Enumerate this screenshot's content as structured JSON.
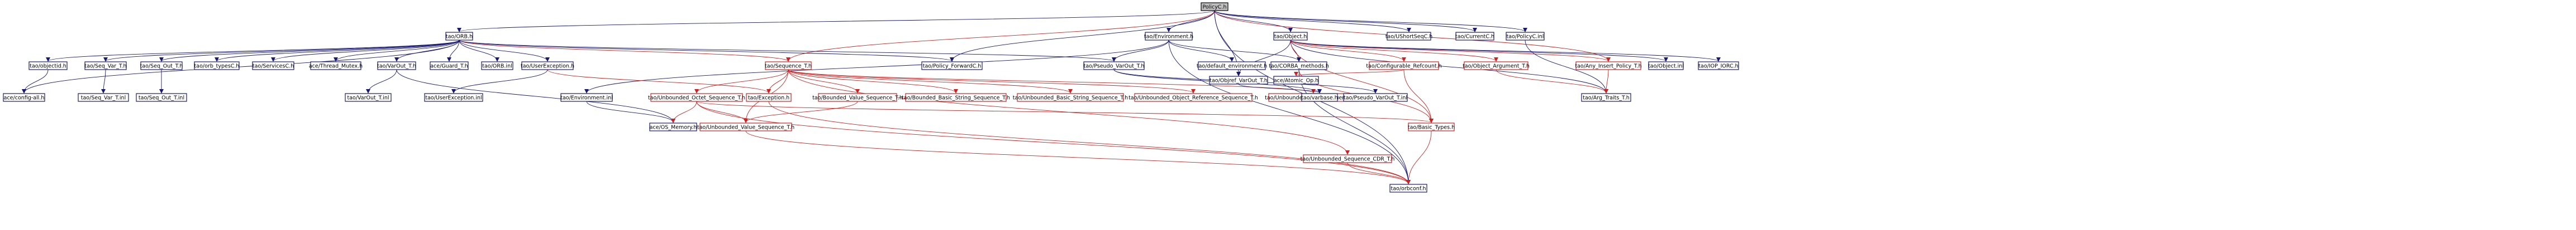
{
  "diagram": {
    "nodes": [
      {
        "id": "policyc_h",
        "label": "PolicyC.h",
        "style": "root"
      },
      {
        "id": "orb_h",
        "label": "tao/ORB.h",
        "style": "normal"
      },
      {
        "id": "environment_h",
        "label": "tao/Environment.h",
        "style": "normal"
      },
      {
        "id": "object_h",
        "label": "tao/Object.h",
        "style": "normal"
      },
      {
        "id": "ushortseqc_h",
        "label": "tao/UShortSeqC.h",
        "style": "normal"
      },
      {
        "id": "currentc_h",
        "label": "tao/CurrentC.h",
        "style": "normal"
      },
      {
        "id": "policyc_inl",
        "label": "tao/PolicyC.inl",
        "style": "normal"
      },
      {
        "id": "objectid_h",
        "label": "tao/objectid.h",
        "style": "normal"
      },
      {
        "id": "seq_var_t_h",
        "label": "tao/Seq_Var_T.h",
        "style": "normal"
      },
      {
        "id": "seq_out_t_h",
        "label": "tao/Seq_Out_T.h",
        "style": "normal"
      },
      {
        "id": "orb_typesc_h",
        "label": "tao/orb_typesC.h",
        "style": "normal"
      },
      {
        "id": "servicesc_h",
        "label": "tao/ServicesC.h",
        "style": "normal"
      },
      {
        "id": "thread_mutex_h",
        "label": "ace/Thread_Mutex.h",
        "style": "normal"
      },
      {
        "id": "varout_t_h",
        "label": "tao/VarOut_T.h",
        "style": "normal"
      },
      {
        "id": "guard_t_h",
        "label": "ace/Guard_T.h",
        "style": "normal"
      },
      {
        "id": "orb_inl",
        "label": "tao/ORB.inl",
        "style": "normal"
      },
      {
        "id": "userexception_h",
        "label": "tao/UserException.h",
        "style": "normal"
      },
      {
        "id": "sequence_t_h",
        "label": "tao/Sequence_T.h",
        "style": "highlight"
      },
      {
        "id": "policy_forwardc_h",
        "label": "tao/Policy_ForwardC.h",
        "style": "normal"
      },
      {
        "id": "pseudo_varout_t_h",
        "label": "tao/Pseudo_VarOut_T.h",
        "style": "normal"
      },
      {
        "id": "default_environment_h",
        "label": "tao/default_environment.h",
        "style": "normal"
      },
      {
        "id": "corba_methods_h",
        "label": "tao/CORBA_methods.h",
        "style": "normal"
      },
      {
        "id": "configurable_refcount_h",
        "label": "tao/Configurable_Refcount.h",
        "style": "highlight"
      },
      {
        "id": "object_argument_t_h",
        "label": "tao/Object_Argument_T.h",
        "style": "highlight"
      },
      {
        "id": "any_insert_policy_t_h",
        "label": "tao/Any_Insert_Policy_T.h",
        "style": "highlight"
      },
      {
        "id": "object_inl",
        "label": "tao/Object.inl",
        "style": "normal"
      },
      {
        "id": "iop_iorc_h",
        "label": "tao/IOP_IORC.h",
        "style": "normal"
      },
      {
        "id": "config_all_h",
        "label": "ace/config-all.h",
        "style": "normal"
      },
      {
        "id": "seq_var_t_inl",
        "label": "tao/Seq_Var_T.inl",
        "style": "normal"
      },
      {
        "id": "seq_out_t_inl",
        "label": "tao/Seq_Out_T.inl",
        "style": "normal"
      },
      {
        "id": "varout_t_inl",
        "label": "tao/VarOut_T.inl",
        "style": "normal"
      },
      {
        "id": "userexception_inl",
        "label": "tao/UserException.inl",
        "style": "normal"
      },
      {
        "id": "environment_inl",
        "label": "tao/Environment.inl",
        "style": "normal"
      },
      {
        "id": "unbounded_octet_sequence_t_h",
        "label": "tao/Unbounded_Octet_Sequence_T.h",
        "style": "highlight"
      },
      {
        "id": "exception_h",
        "label": "tao/Exception.h",
        "style": "highlight"
      },
      {
        "id": "bounded_value_sequence_t_h",
        "label": "tao/Bounded_Value_Sequence_T.h",
        "style": "highlight"
      },
      {
        "id": "bounded_basic_string_sequence_t_h",
        "label": "tao/Bounded_Basic_String_Sequence_T.h",
        "style": "highlight"
      },
      {
        "id": "unbounded_basic_string_sequence_t_h",
        "label": "tao/Unbounded_Basic_String_Sequence_T.h",
        "style": "highlight"
      },
      {
        "id": "unbounded_object_reference_sequence_t_h",
        "label": "tao/Unbounded_Object_Reference_Sequence_T.h",
        "style": "highlight"
      },
      {
        "id": "unbounded_array_sequence_t_h",
        "label": "tao/Unbounded_Array_Sequence_T.h",
        "style": "highlight"
      },
      {
        "id": "atomic_op_h",
        "label": "ace/Atomic_Op.h",
        "style": "normal"
      },
      {
        "id": "objref_varout_t_h",
        "label": "tao/Objref_VarOut_T.h",
        "style": "normal"
      },
      {
        "id": "varbase_h",
        "label": "tao/varbase.h",
        "style": "normal"
      },
      {
        "id": "pseudo_varout_t_inl",
        "label": "tao/Pseudo_VarOut_T.inl",
        "style": "normal"
      },
      {
        "id": "arg_traits_t_h",
        "label": "tao/Arg_Traits_T.h",
        "style": "normal"
      },
      {
        "id": "os_memory_h",
        "label": "ace/OS_Memory.h",
        "style": "normal"
      },
      {
        "id": "unbounded_value_sequence_t_h",
        "label": "tao/Unbounded_Value_Sequence_T.h",
        "style": "highlight"
      },
      {
        "id": "basic_types_h",
        "label": "tao/Basic_Types.h",
        "style": "highlight"
      },
      {
        "id": "unbounded_sequence_cdr_t_h",
        "label": "tao/Unbounded_Sequence_CDR_T.h",
        "style": "highlight"
      },
      {
        "id": "orbconf_h",
        "label": "tao/orbconf.h",
        "style": "normal"
      }
    ],
    "edges": [
      {
        "from": "policyc_h",
        "to": "orb_h"
      },
      {
        "from": "policyc_h",
        "to": "environment_h"
      },
      {
        "from": "policyc_h",
        "to": "object_h"
      },
      {
        "from": "policyc_h",
        "to": "ushortseqc_h"
      },
      {
        "from": "policyc_h",
        "to": "currentc_h"
      },
      {
        "from": "policyc_h",
        "to": "policyc_inl"
      },
      {
        "from": "policyc_h",
        "to": "sequence_t_h"
      },
      {
        "from": "policyc_h",
        "to": "policy_forwardc_h"
      },
      {
        "from": "policyc_h",
        "to": "objref_varout_t_h"
      },
      {
        "from": "policyc_h",
        "to": "any_insert_policy_t_h"
      },
      {
        "from": "policyc_h",
        "to": "orbconf_h"
      },
      {
        "from": "orb_h",
        "to": "objectid_h"
      },
      {
        "from": "orb_h",
        "to": "seq_var_t_h"
      },
      {
        "from": "orb_h",
        "to": "seq_out_t_h"
      },
      {
        "from": "orb_h",
        "to": "orb_typesc_h"
      },
      {
        "from": "orb_h",
        "to": "servicesc_h"
      },
      {
        "from": "orb_h",
        "to": "thread_mutex_h"
      },
      {
        "from": "orb_h",
        "to": "varout_t_h"
      },
      {
        "from": "orb_h",
        "to": "guard_t_h"
      },
      {
        "from": "orb_h",
        "to": "orb_inl"
      },
      {
        "from": "orb_h",
        "to": "userexception_h"
      },
      {
        "from": "orb_h",
        "to": "sequence_t_h"
      },
      {
        "from": "orb_h",
        "to": "policy_forwardc_h"
      },
      {
        "from": "orb_h",
        "to": "pseudo_varout_t_h"
      },
      {
        "from": "orb_h",
        "to": "config_all_h"
      },
      {
        "from": "environment_h",
        "to": "pseudo_varout_t_h"
      },
      {
        "from": "environment_h",
        "to": "default_environment_h"
      },
      {
        "from": "environment_h",
        "to": "corba_methods_h"
      },
      {
        "from": "environment_h",
        "to": "environment_inl"
      },
      {
        "from": "environment_h",
        "to": "orbconf_h"
      },
      {
        "from": "object_h",
        "to": "corba_methods_h"
      },
      {
        "from": "object_h",
        "to": "configurable_refcount_h"
      },
      {
        "from": "object_h",
        "to": "object_argument_t_h"
      },
      {
        "from": "object_h",
        "to": "any_insert_policy_t_h"
      },
      {
        "from": "object_h",
        "to": "object_inl"
      },
      {
        "from": "object_h",
        "to": "iop_iorc_h"
      },
      {
        "from": "object_h",
        "to": "arg_traits_t_h"
      },
      {
        "from": "object_h",
        "to": "objref_varout_t_h"
      },
      {
        "from": "object_h",
        "to": "basic_types_h"
      },
      {
        "from": "policyc_inl",
        "to": "arg_traits_t_h"
      },
      {
        "from": "objectid_h",
        "to": "config_all_h"
      },
      {
        "from": "seq_var_t_h",
        "to": "seq_var_t_inl"
      },
      {
        "from": "seq_out_t_h",
        "to": "seq_out_t_inl"
      },
      {
        "from": "varout_t_h",
        "to": "varout_t_inl"
      },
      {
        "from": "varout_t_h",
        "to": "os_memory_h"
      },
      {
        "from": "userexception_h",
        "to": "userexception_inl"
      },
      {
        "from": "userexception_h",
        "to": "exception_h"
      },
      {
        "from": "sequence_t_h",
        "to": "unbounded_octet_sequence_t_h"
      },
      {
        "from": "sequence_t_h",
        "to": "exception_h"
      },
      {
        "from": "sequence_t_h",
        "to": "bounded_value_sequence_t_h"
      },
      {
        "from": "sequence_t_h",
        "to": "bounded_basic_string_sequence_t_h"
      },
      {
        "from": "sequence_t_h",
        "to": "unbounded_basic_string_sequence_t_h"
      },
      {
        "from": "sequence_t_h",
        "to": "unbounded_object_reference_sequence_t_h"
      },
      {
        "from": "sequence_t_h",
        "to": "unbounded_array_sequence_t_h"
      },
      {
        "from": "sequence_t_h",
        "to": "unbounded_value_sequence_t_h"
      },
      {
        "from": "sequence_t_h",
        "to": "unbounded_sequence_cdr_t_h"
      },
      {
        "from": "pseudo_varout_t_h",
        "to": "pseudo_varout_t_inl"
      },
      {
        "from": "pseudo_varout_t_h",
        "to": "varbase_h"
      },
      {
        "from": "corba_methods_h",
        "to": "basic_types_h"
      },
      {
        "from": "corba_methods_h",
        "to": "orbconf_h"
      },
      {
        "from": "configurable_refcount_h",
        "to": "atomic_op_h"
      },
      {
        "from": "configurable_refcount_h",
        "to": "basic_types_h"
      },
      {
        "from": "object_argument_t_h",
        "to": "arg_traits_t_h"
      },
      {
        "from": "any_insert_policy_t_h",
        "to": "arg_traits_t_h"
      },
      {
        "from": "objref_varout_t_h",
        "to": "varbase_h"
      },
      {
        "from": "environment_inl",
        "to": "os_memory_h"
      },
      {
        "from": "unbounded_octet_sequence_t_h",
        "to": "os_memory_h"
      },
      {
        "from": "unbounded_octet_sequence_t_h",
        "to": "unbounded_value_sequence_t_h"
      },
      {
        "from": "unbounded_octet_sequence_t_h",
        "to": "basic_types_h"
      },
      {
        "from": "unbounded_octet_sequence_t_h",
        "to": "orbconf_h"
      },
      {
        "from": "exception_h",
        "to": "orbconf_h"
      },
      {
        "from": "bounded_value_sequence_t_h",
        "to": "unbounded_value_sequence_t_h"
      },
      {
        "from": "unbounded_value_sequence_t_h",
        "to": "orbconf_h"
      },
      {
        "from": "unbounded_sequence_cdr_t_h",
        "to": "orbconf_h"
      },
      {
        "from": "basic_types_h",
        "to": "orbconf_h"
      }
    ]
  },
  "colors": {
    "node_fill": "#ffffff",
    "node_border": "#191970",
    "highlight_border": "#cc2222",
    "root_fill": "#bfbfbf",
    "root_border": "#000000",
    "edge_normal": "#191970",
    "edge_highlight": "#cc2222",
    "text": "#000000"
  }
}
